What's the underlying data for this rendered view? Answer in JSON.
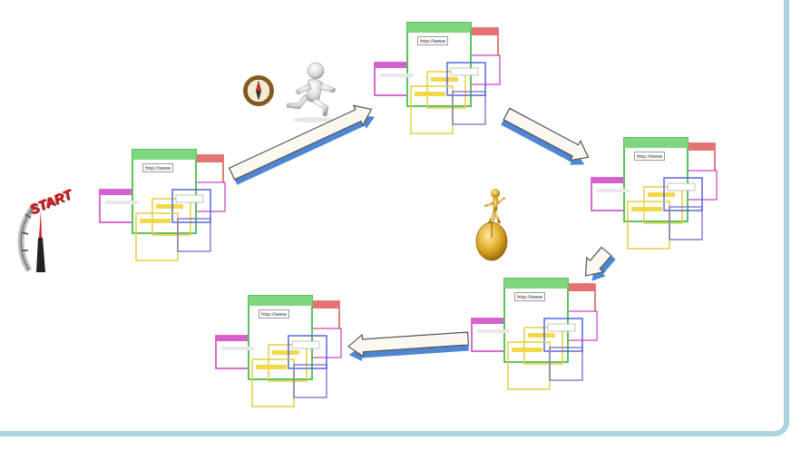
{
  "diagram": {
    "nodes": [
      {
        "text": [
          "http://www"
        ]
      },
      {
        "text": [
          "http://www"
        ]
      },
      {
        "text": [
          "http://www"
        ]
      },
      {
        "text": [
          "http://www"
        ]
      },
      {
        "text": [
          "http://www"
        ]
      }
    ],
    "edges": [
      {
        "from": 0,
        "to": 1,
        "arrow": "to"
      },
      {
        "from": 1,
        "to": 2,
        "arrow": "to"
      },
      {
        "from": 2,
        "to": 3,
        "arrow": "to"
      },
      {
        "from": 3,
        "to": 4,
        "arrow": "to"
      }
    ],
    "labels": [
      "START"
    ]
  }
}
